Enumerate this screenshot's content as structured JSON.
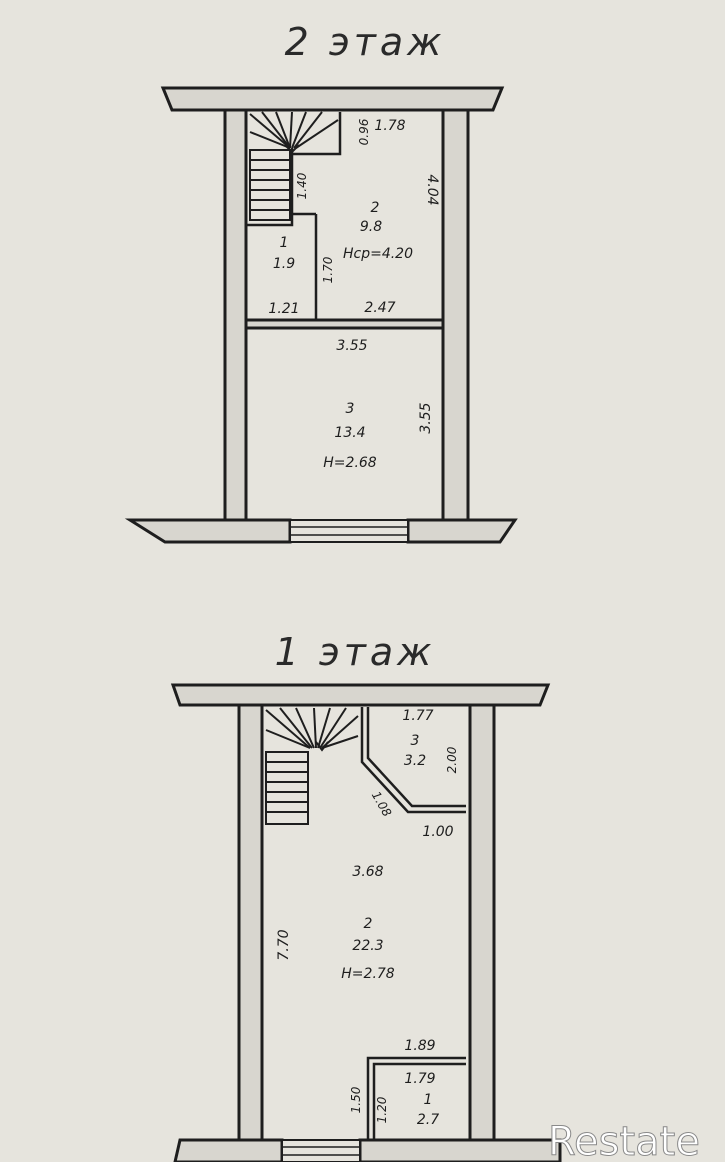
{
  "floor2": {
    "title": "2 этаж",
    "room1": {
      "num": "1",
      "area": "1.9"
    },
    "room2": {
      "num": "2",
      "area": "9.8",
      "height": "Нср=4.20"
    },
    "room3": {
      "num": "3",
      "area": "13.4",
      "height": "Н=2.68"
    },
    "dims": {
      "d096": "0.96",
      "d178": "1.78",
      "d404": "4.04",
      "d140": "1.40",
      "d170": "1.70",
      "d121": "1.21",
      "d247": "2.47",
      "d355_top": "3.55",
      "d355_side": "3.55"
    }
  },
  "floor1": {
    "title": "1 этаж",
    "room1": {
      "num": "1",
      "area": "2.7"
    },
    "room2": {
      "num": "2",
      "area": "22.3",
      "height": "Н=2.78"
    },
    "room3": {
      "num": "3",
      "area": "3.2"
    },
    "dims": {
      "d177": "1.77",
      "d200": "2.00",
      "d108": "1.08",
      "d100": "1.00",
      "d368": "3.68",
      "d770": "7.70",
      "d189": "1.89",
      "d179": "1.79",
      "d150": "1.50",
      "d120": "1.20"
    }
  },
  "watermark": "Restate"
}
